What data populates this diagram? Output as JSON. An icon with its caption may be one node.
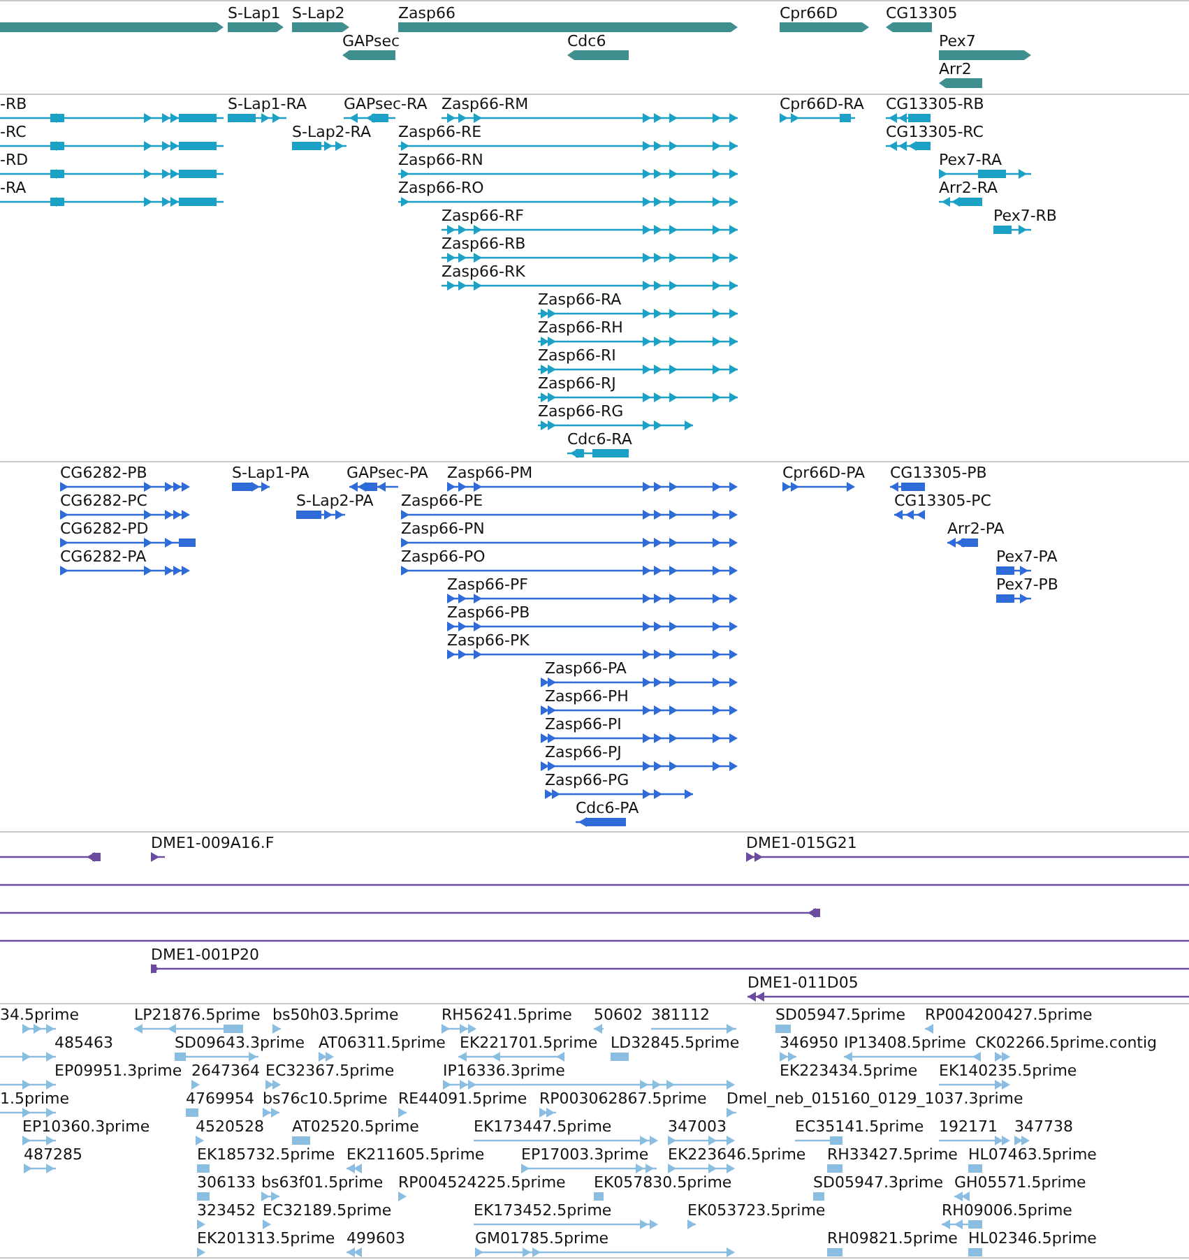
{
  "diagram": {
    "labels": [
      "S-Lap1",
      "S-Lap2",
      "Zasp66",
      "GAPsec",
      "Cdc6",
      "Cpr66D",
      "CG13305",
      "Pex7",
      "Arr2",
      "-RB",
      "S-Lap1-RA",
      "GAPsec-RA",
      "Zasp66-RM",
      "Cpr66D-RA",
      "CG13305-RB",
      "-RC",
      "S-Lap2-RA",
      "Zasp66-RE",
      "CG13305-RC",
      "-RD",
      "Zasp66-RN",
      "Pex7-RA",
      "-RA",
      "Zasp66-RO",
      "Arr2-RA",
      "Zasp66-RF",
      "Pex7-RB",
      "Zasp66-RB",
      "Zasp66-RK",
      "Zasp66-RA",
      "Zasp66-RH",
      "Zasp66-RI",
      "Zasp66-RJ",
      "Zasp66-RG",
      "Cdc6-RA",
      "CG6282-PB",
      "S-Lap1-PA",
      "GAPsec-PA",
      "Zasp66-PM",
      "Cpr66D-PA",
      "CG13305-PB",
      "CG6282-PC",
      "S-Lap2-PA",
      "Zasp66-PE",
      "CG13305-PC",
      "CG6282-PD",
      "Zasp66-PN",
      "Arr2-PA",
      "CG6282-PA",
      "Zasp66-PO",
      "Pex7-PA",
      "Zasp66-PF",
      "Pex7-PB",
      "Zasp66-PB",
      "Zasp66-PK",
      "Zasp66-PA",
      "Zasp66-PH",
      "Zasp66-PI",
      "Zasp66-PJ",
      "Zasp66-PG",
      "Cdc6-PA",
      "DME1-009A16.F",
      "DME1-015G21",
      "DME1-001P20",
      "DME1-011D05",
      "34.5prime",
      "LP21876.5prime",
      "bs50h03.5prime",
      "RH56241.5prime",
      "50602",
      "381112",
      "SD05947.5prime",
      "RP004200427.5prime",
      "485463",
      "SD09643.3prime",
      "AT06311.5prime",
      "EK221701.5prime",
      "LD32845.5prime",
      "346950",
      "IP13408.5prime",
      "CK02266.5prime.contig",
      "EP09951.3prime",
      "2647364",
      "EC32367.5prime",
      "IP16336.3prime",
      "EK223434.5prime",
      "EK140235.5prime",
      "1.5prime",
      "4769954",
      "bs76c10.5prime",
      "RE44091.5prime",
      "RP003062867.5prime",
      "Dmel_neb_015160_0129_1037.3prime",
      "EP10360.3prime",
      "4520528",
      "AT02520.5prime",
      "EK173447.5prime",
      "347003",
      "EC35141.5prime",
      "192171",
      "347738",
      "487285",
      "EK185732.5prime",
      "EK211605.5prime",
      "EP17003.3prime",
      "EK223646.5prime",
      "RH33427.5prime",
      "HL07463.5prime",
      "306133",
      "bs63f01.5prime",
      "RP004524225.5prime",
      "EK057830.5prime",
      "SD05947.3prime",
      "GH05571.5prime",
      "323452",
      "EC32189.5prime",
      "EK173452.5prime",
      "EK053723.5prime",
      "RH09006.5prime",
      "EK201313.5prime",
      "499603",
      "GM01785.5prime",
      "RH09821.5prime",
      "HL02346.5prime"
    ]
  }
}
